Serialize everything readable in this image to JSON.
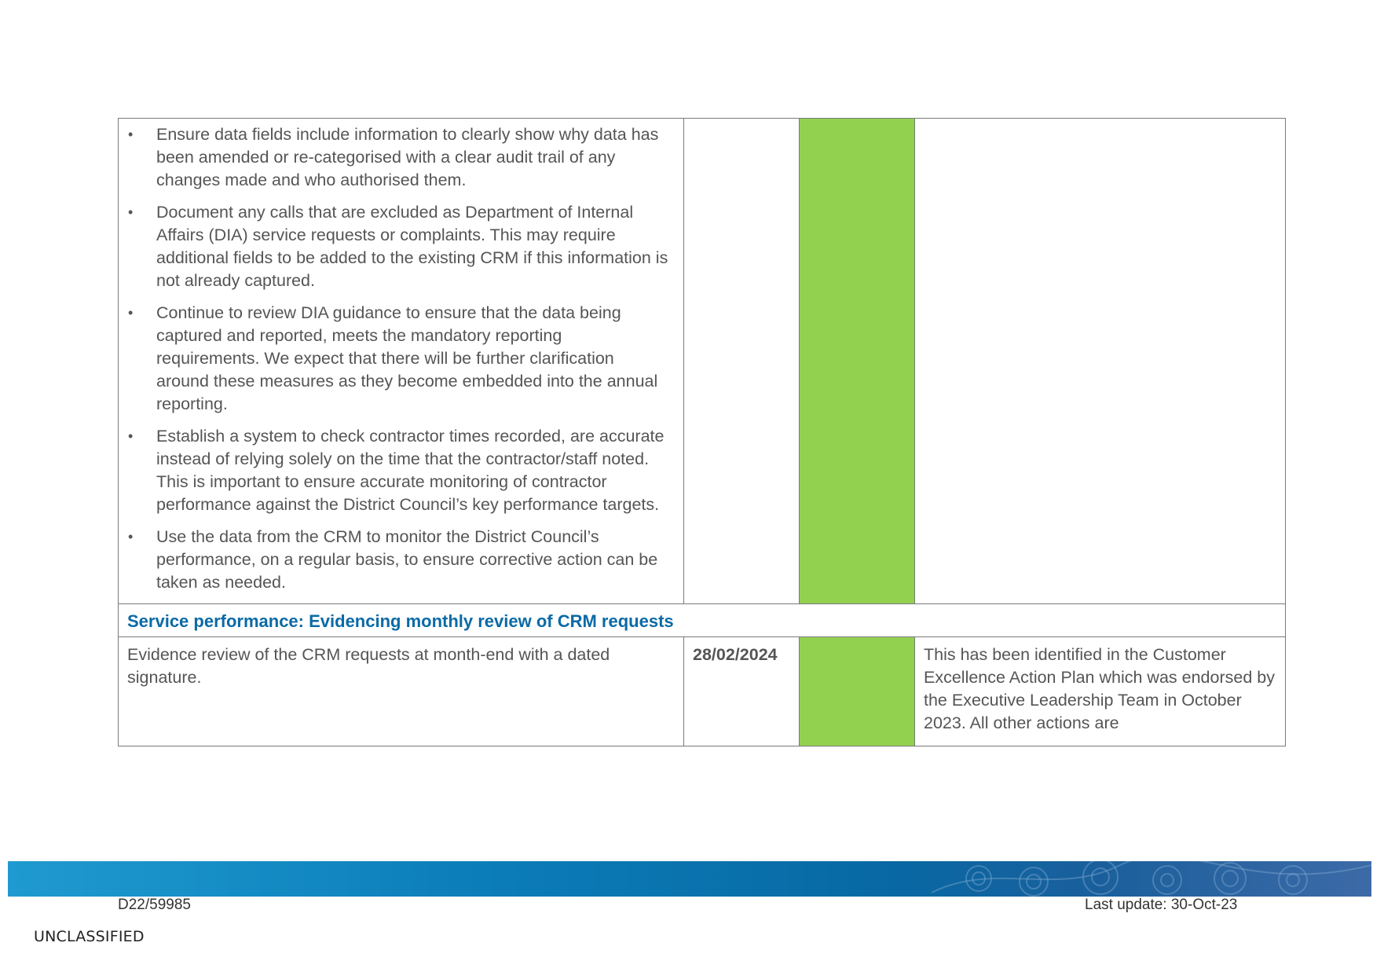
{
  "table": {
    "bullets": [
      "Ensure data fields include information to clearly show why data has been amended or re-categorised with a clear audit trail of any changes made and who authorised them.",
      "Document any calls that are excluded as Department of Internal Affairs (DIA) service requests or complaints. This may require additional fields to be added to the existing CRM if this information is not already captured.",
      "Continue to review DIA guidance to ensure that the data being captured and reported, meets the mandatory reporting requirements. We expect that there will be further clarification around these measures as they become embedded into the annual reporting.",
      "Establish a system to check contractor times recorded, are accurate instead of relying solely on the time that the contractor/staff noted. This is important to ensure accurate monitoring of contractor performance against the District Council’s key performance targets.",
      "Use the data from the CRM to monitor the District Council’s performance, on a regular basis, to ensure corrective action can be taken as needed."
    ],
    "bullet_glyph": "•",
    "status_color": "#92d050",
    "section_heading": "Service performance: Evidencing monthly review of CRM requests",
    "row": {
      "action": "Evidence review of the CRM requests at month-end with a dated signature.",
      "date": "28/02/2024",
      "comment": "This has been identified in the Customer Excellence Action Plan which was endorsed by the Executive Leadership Team in October 2023.  All other actions are"
    }
  },
  "footer": {
    "doc_ref": "D22/59985",
    "last_update": "Last update: 30-Oct-23",
    "classification": "UNCLASSIFIED"
  },
  "colors": {
    "heading_blue": "#0a6aa6",
    "band_start": "#1f9ad0",
    "band_end": "#3d6aa7"
  }
}
